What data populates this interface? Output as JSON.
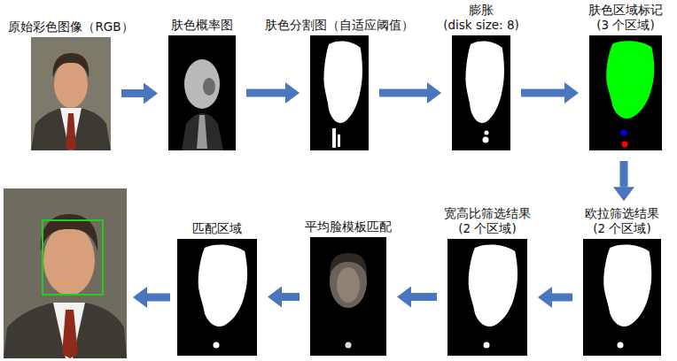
{
  "diagram": {
    "nodes": [
      {
        "text": [
          "原始彩色图像（RGB）"
        ]
      },
      {
        "text": [
          "肤色概率图"
        ]
      },
      {
        "text": [
          "肤色分割图（自适应阈值）"
        ]
      },
      {
        "text": [
          "膨胀",
          "(disk size: 8)"
        ]
      },
      {
        "text": [
          "肤色区域标记",
          "(3 个区域)"
        ]
      },
      {
        "text": [
          "欧拉筛选结果",
          "(2 个区域)"
        ]
      },
      {
        "text": [
          "宽高比筛选结果",
          "(2 个区域)"
        ]
      },
      {
        "text": [
          "平均脸模板匹配"
        ]
      },
      {
        "text": [
          "匹配区域"
        ]
      }
    ],
    "edges": [
      {
        "from": 0,
        "to": 1,
        "arrow": "to"
      },
      {
        "from": 1,
        "to": 2,
        "arrow": "to"
      },
      {
        "from": 2,
        "to": 3,
        "arrow": "to"
      },
      {
        "from": 3,
        "to": 4,
        "arrow": "to"
      },
      {
        "from": 4,
        "to": 5,
        "arrow": "to"
      },
      {
        "from": 5,
        "to": 6,
        "arrow": "to"
      },
      {
        "from": 6,
        "to": 7,
        "arrow": "to"
      },
      {
        "from": 7,
        "to": 8,
        "arrow": "to"
      }
    ]
  }
}
